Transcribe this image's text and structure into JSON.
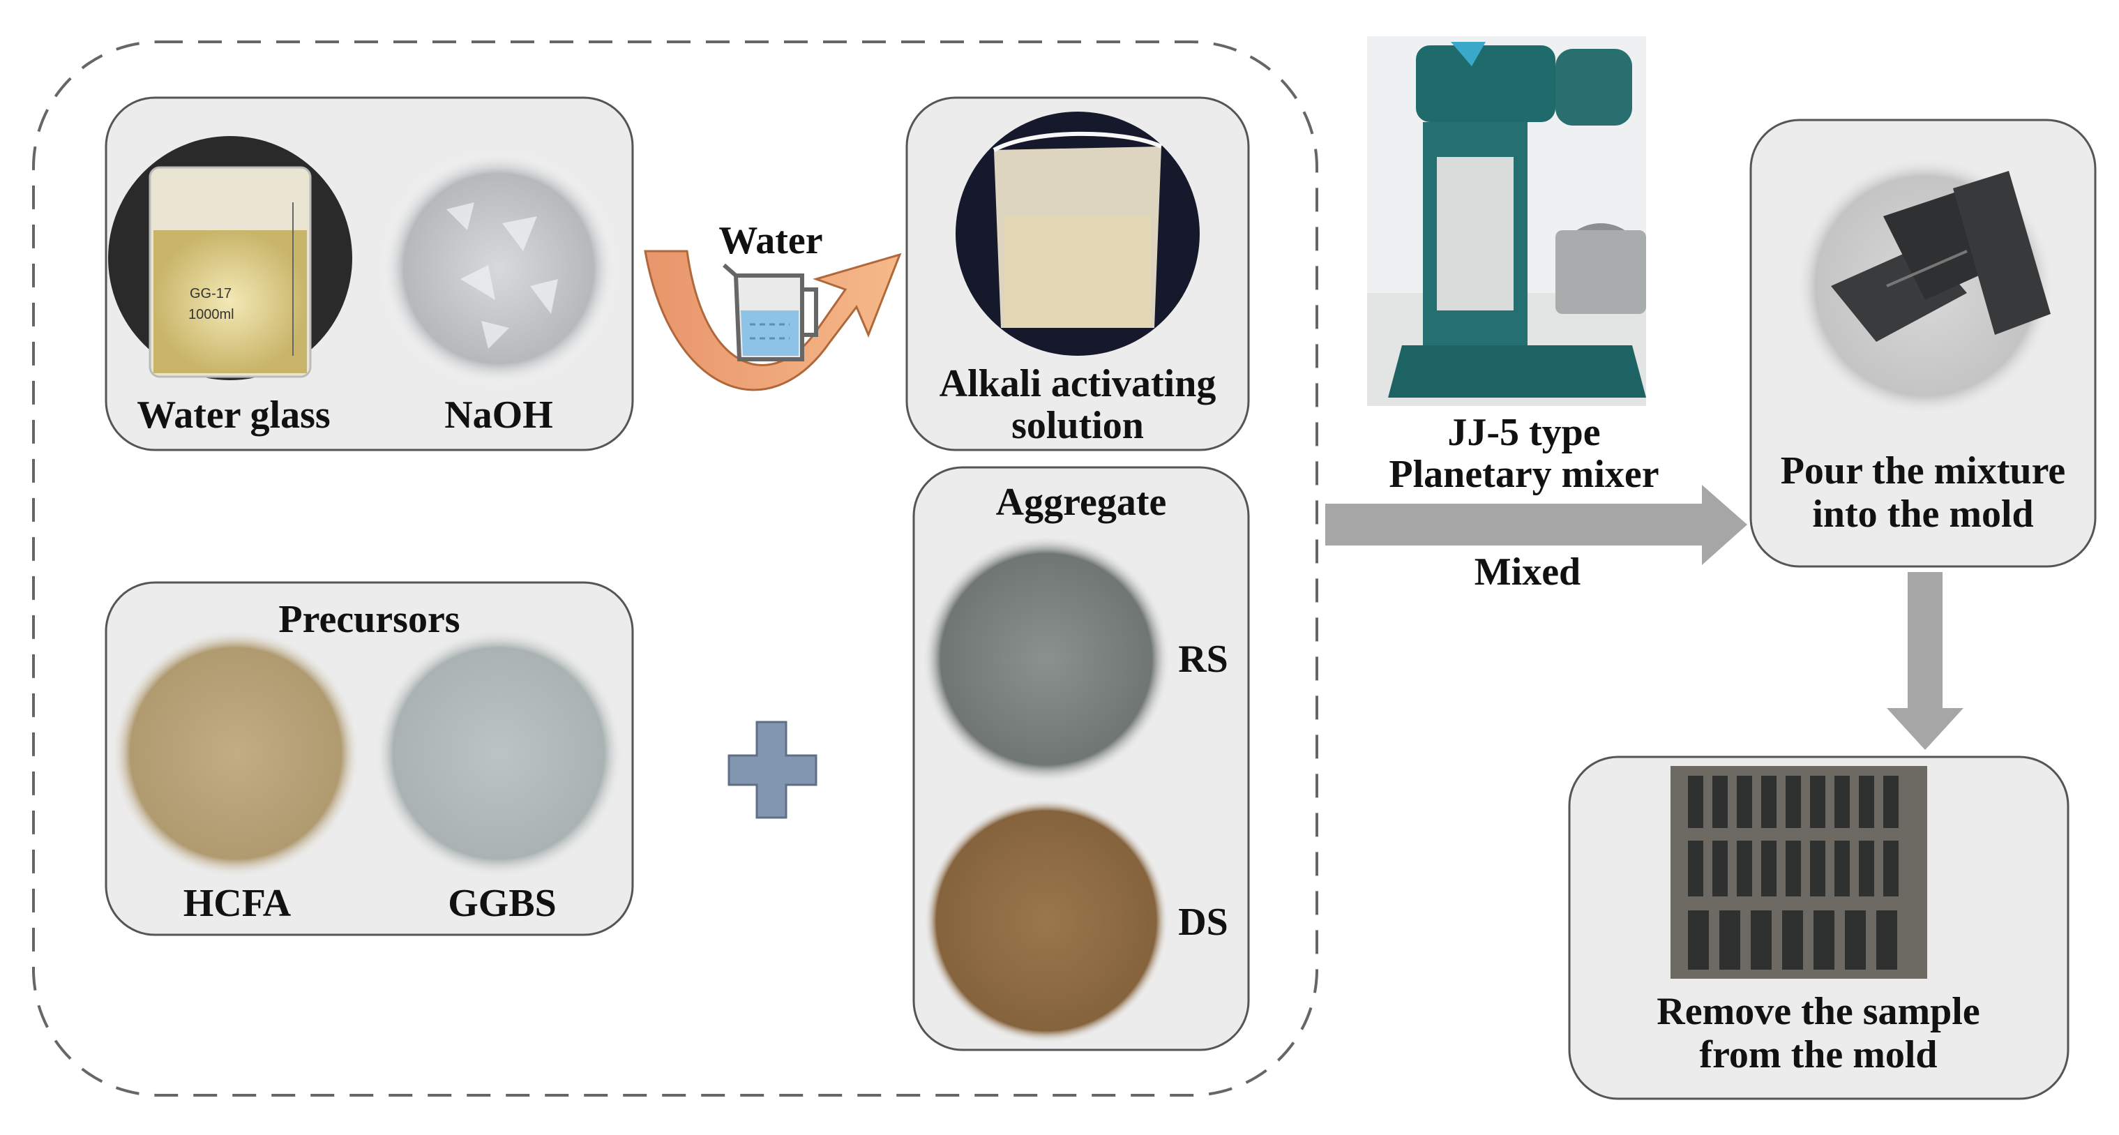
{
  "ingredients": {
    "water_glass": "Water glass",
    "naoh": "NaOH",
    "water": "Water",
    "alkali_line1": "Alkali activating",
    "alkali_line2": "solution",
    "precursors_title": "Precursors",
    "hcfa": "HCFA",
    "ggbs": "GGBS",
    "aggregate_title": "Aggregate",
    "rs": "RS",
    "ds": "DS"
  },
  "process": {
    "mixer_line1": "JJ-5 type",
    "mixer_line2": "Planetary mixer",
    "mixed": "Mixed",
    "pour_line1": "Pour the mixture",
    "pour_line2": "into the mold",
    "remove_line1": "Remove the sample",
    "remove_line2": "from the mold"
  },
  "photo_text": {
    "beaker_volume": "1000ml",
    "beaker_model": "GG-17"
  },
  "colors": {
    "arrow_gray": "#a6a6a6",
    "plus_blue": "#8296b0",
    "water_arrow_orange": "#f0a876",
    "hcfa_tan": "#b8a27a",
    "ggbs_gray": "#b3bcbb",
    "rs_gray": "#7d8482",
    "ds_brown": "#8c6a42",
    "mixer_teal": "#1f6b6b"
  },
  "icons": [
    "water-jug-icon",
    "plus-icon",
    "curved-arrow-icon",
    "right-arrow-icon",
    "down-arrow-icon"
  ]
}
